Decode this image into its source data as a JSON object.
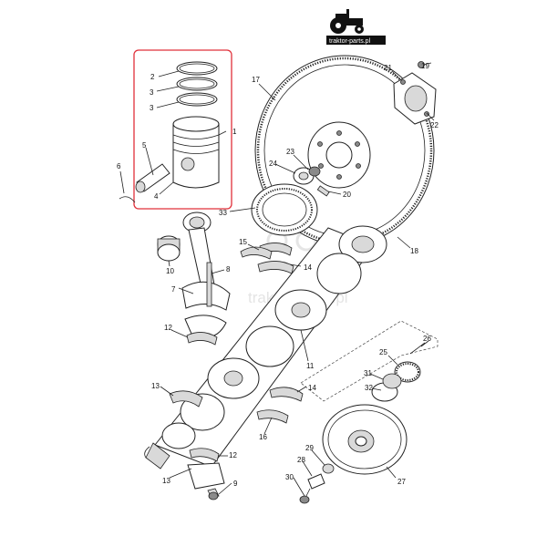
{
  "logo": {
    "text": "traktor-parts.pl",
    "icon": "tractor-icon"
  },
  "watermark": {
    "text": "traktor-parts.pl"
  },
  "highlight_color": "#e0303a",
  "callouts": [
    {
      "id": "c1",
      "label": "1"
    },
    {
      "id": "c2",
      "label": "2"
    },
    {
      "id": "c3a",
      "label": "3"
    },
    {
      "id": "c3b",
      "label": "3"
    },
    {
      "id": "c4",
      "label": "4"
    },
    {
      "id": "c5",
      "label": "5"
    },
    {
      "id": "c6",
      "label": "6"
    },
    {
      "id": "c7",
      "label": "7"
    },
    {
      "id": "c8",
      "label": "8"
    },
    {
      "id": "c9",
      "label": "9"
    },
    {
      "id": "c10",
      "label": "10"
    },
    {
      "id": "c11",
      "label": "11"
    },
    {
      "id": "c12a",
      "label": "12"
    },
    {
      "id": "c12b",
      "label": "12"
    },
    {
      "id": "c13a",
      "label": "13"
    },
    {
      "id": "c13b",
      "label": "13"
    },
    {
      "id": "c14a",
      "label": "14"
    },
    {
      "id": "c14b",
      "label": "14"
    },
    {
      "id": "c15",
      "label": "15"
    },
    {
      "id": "c16",
      "label": "16"
    },
    {
      "id": "c17",
      "label": "17"
    },
    {
      "id": "c18",
      "label": "18"
    },
    {
      "id": "c19",
      "label": "19"
    },
    {
      "id": "c20",
      "label": "20"
    },
    {
      "id": "c21",
      "label": "21"
    },
    {
      "id": "c22",
      "label": "22"
    },
    {
      "id": "c23",
      "label": "23"
    },
    {
      "id": "c24",
      "label": "24"
    },
    {
      "id": "c25",
      "label": "25"
    },
    {
      "id": "c26",
      "label": "26"
    },
    {
      "id": "c27",
      "label": "27"
    },
    {
      "id": "c28",
      "label": "28"
    },
    {
      "id": "c29",
      "label": "29"
    },
    {
      "id": "c30",
      "label": "30"
    },
    {
      "id": "c31",
      "label": "31"
    },
    {
      "id": "c32",
      "label": "32"
    },
    {
      "id": "c33",
      "label": "33"
    }
  ]
}
